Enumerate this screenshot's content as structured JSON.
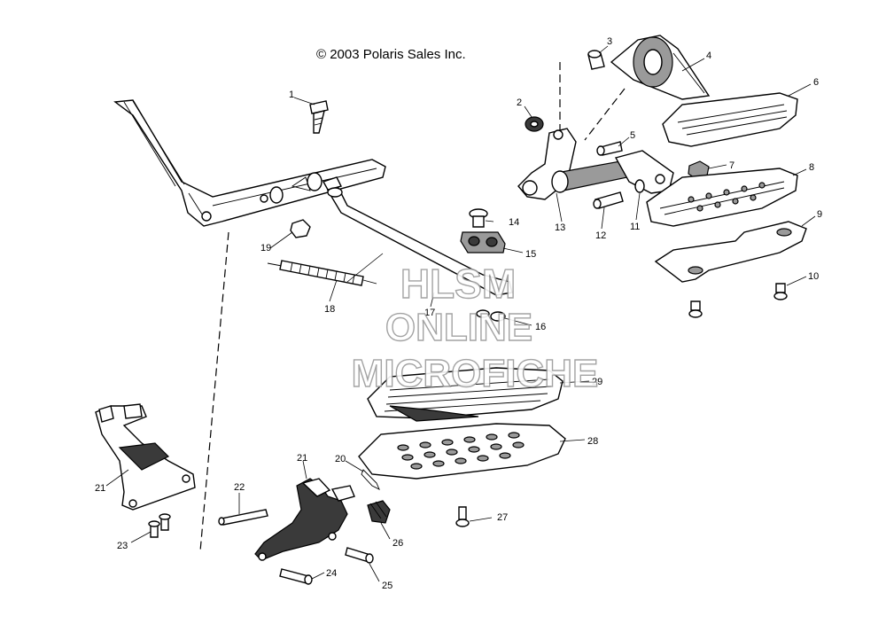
{
  "copyright": "© 2003 Polaris Sales Inc.",
  "watermark": {
    "line1": "HLSM",
    "line2": "ONLINE",
    "line3": "MICROFICHE"
  },
  "callouts": {
    "c1": "1",
    "c2": "2",
    "c3": "3",
    "c4": "4",
    "c5": "5",
    "c6": "6",
    "c7": "7",
    "c8": "8",
    "c9": "9",
    "c10": "10",
    "c11": "11",
    "c12": "12",
    "c13": "13",
    "c14": "14",
    "c15": "15",
    "c16": "16",
    "c17": "17",
    "c18": "18",
    "c19": "19",
    "c20": "20",
    "c21a": "21",
    "c21b": "21",
    "c22": "22",
    "c23": "23",
    "c24": "24",
    "c25": "25",
    "c26": "26",
    "c27": "27",
    "c28": "28",
    "c29": "29"
  }
}
